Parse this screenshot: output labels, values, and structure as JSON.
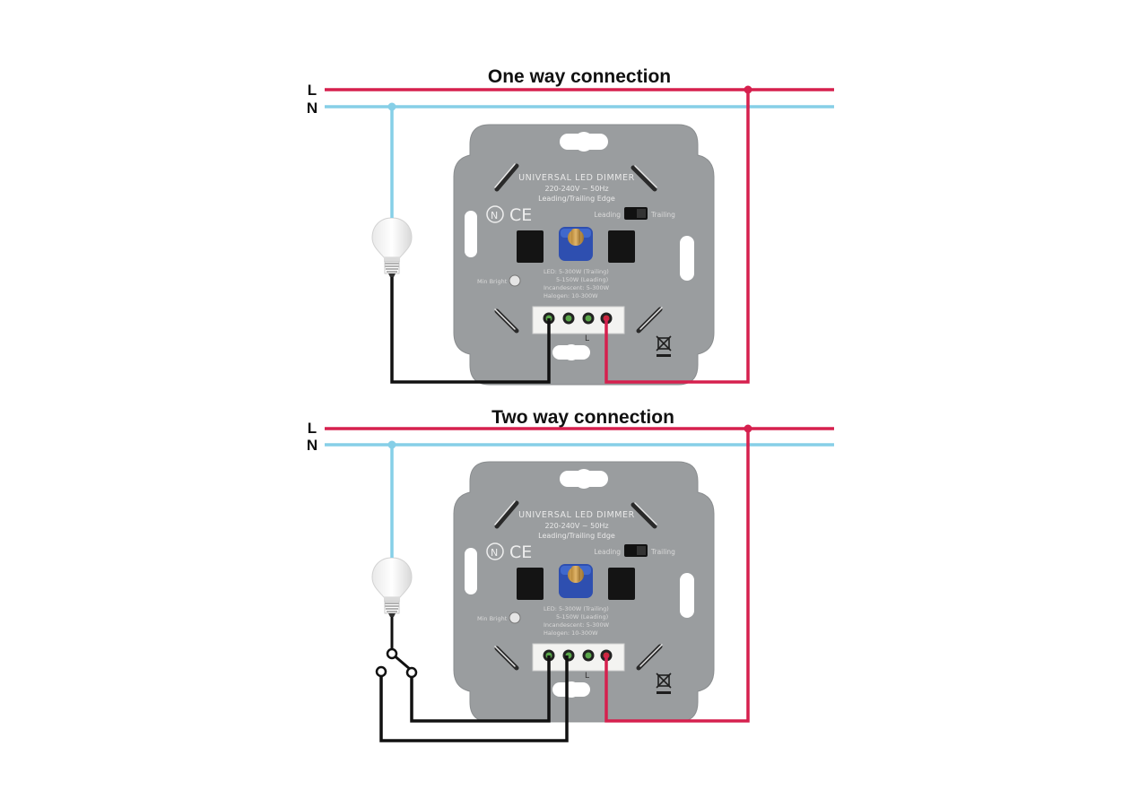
{
  "colors": {
    "live": "#d6204e",
    "neutral": "#86cfe7",
    "wire": "#111111",
    "plate": "#9a9d9f"
  },
  "rails": {
    "live": "L",
    "neutral": "N"
  },
  "panels": [
    {
      "title": "One way connection",
      "dimmer": {
        "name": "UNIVERSAL LED DIMMER",
        "voltage": "220-240V ~ 50Hz",
        "edge": "Leading/Trailing Edge",
        "switch_left": "Leading",
        "switch_right": "Trailing",
        "min_bright": "Min Bright",
        "specs": [
          "LED: 5-300W (Trailing)",
          "5-150W (Leading)",
          "Incandescent: 5-300W",
          "Halogen: 10-300W"
        ],
        "terminal_label": "L"
      }
    },
    {
      "title": "Two way connection",
      "dimmer": {
        "name": "UNIVERSAL LED DIMMER",
        "voltage": "220-240V ~ 50Hz",
        "edge": "Leading/Trailing Edge",
        "switch_left": "Leading",
        "switch_right": "Trailing",
        "min_bright": "Min Bright",
        "specs": [
          "LED: 5-300W (Trailing)",
          "5-150W (Leading)",
          "Incandescent: 5-300W",
          "Halogen: 10-300W"
        ],
        "terminal_label": "L"
      }
    }
  ]
}
